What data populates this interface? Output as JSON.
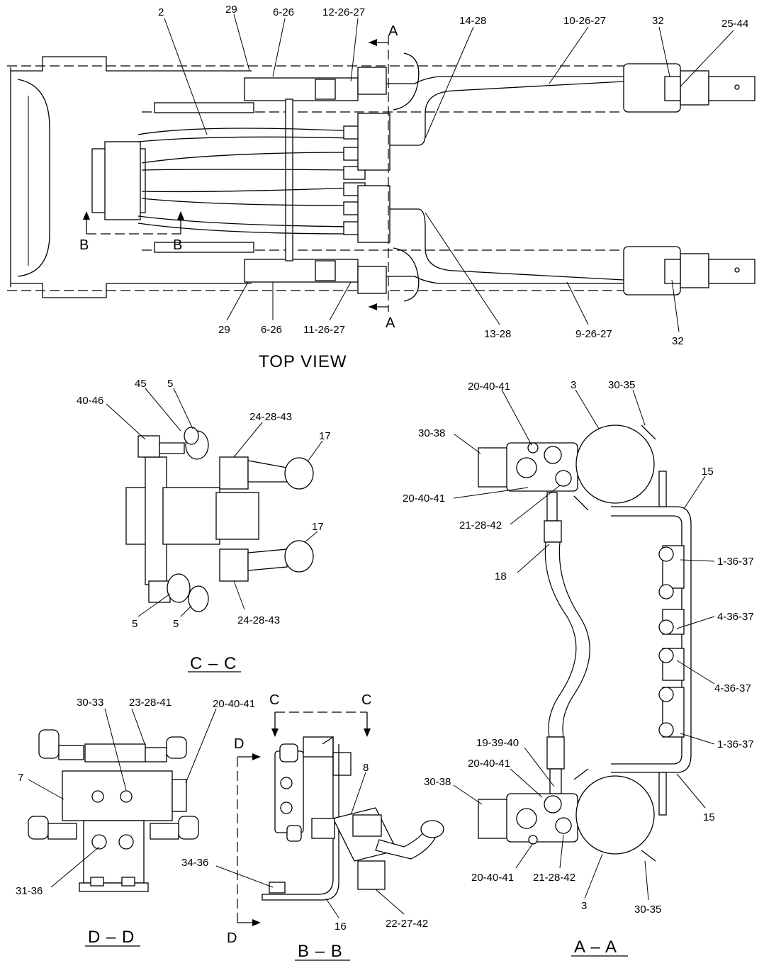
{
  "views": {
    "top": {
      "title": "TOP VIEW",
      "labels": [
        "2",
        "29",
        "6-26",
        "12-26-27",
        "14-28",
        "10-26-27",
        "32",
        "25-44",
        "29",
        "6-26",
        "11-26-27",
        "13-28",
        "9-26-27",
        "32"
      ],
      "section_a_top": "A",
      "section_a_bottom": "A",
      "section_b_left": "B",
      "section_b_right": "B"
    },
    "cc": {
      "title": "C – C",
      "labels": [
        "45",
        "5",
        "40-46",
        "24-28-43",
        "17",
        "17",
        "5",
        "5",
        "24-28-43"
      ]
    },
    "aa": {
      "title": "A – A",
      "labels": [
        "20-40-41",
        "3",
        "30-35",
        "30-38",
        "15",
        "20-40-41",
        "21-28-42",
        "18",
        "1-36-37",
        "4-36-37",
        "4-36-37",
        "1-36-37",
        "19-39-40",
        "20-40-41",
        "30-38",
        "15",
        "20-40-41",
        "21-28-42",
        "3",
        "30-35"
      ]
    },
    "dd": {
      "title": "D – D",
      "labels": [
        "30-33",
        "23-28-41",
        "20-40-41",
        "7",
        "31-36"
      ]
    },
    "bb": {
      "title": "B – B",
      "labels": [
        "8",
        "34-36",
        "16",
        "22-27-42"
      ],
      "section_c_left": "C",
      "section_c_right": "C",
      "section_d_top": "D",
      "section_d_bottom": "D"
    }
  }
}
